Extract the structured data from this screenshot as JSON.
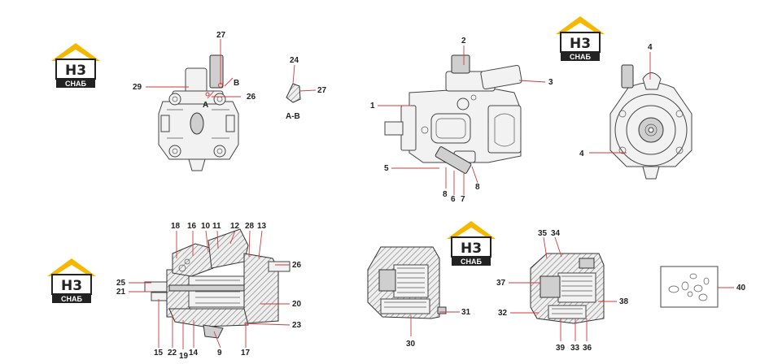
{
  "logo": {
    "letters": "H3",
    "caption": "СНАБ",
    "colors": {
      "roof": "#f5b800",
      "box": "#222222",
      "caption_bg": "#222222"
    }
  },
  "colors": {
    "leader_line": "#d23a3a",
    "outline": "#444444"
  },
  "view_titles": {
    "section_ab": "A-B"
  },
  "markers": {
    "a": "A",
    "b": "B"
  },
  "callouts": [
    "27",
    "29",
    "26",
    "24",
    "27",
    "2",
    "3",
    "1",
    "5",
    "8",
    "6",
    "7",
    "8",
    "4",
    "4",
    "18",
    "16",
    "10",
    "11",
    "12",
    "28",
    "13",
    "26",
    "25",
    "21",
    "20",
    "23",
    "15",
    "22",
    "19",
    "14",
    "9",
    "17",
    "31",
    "30",
    "35",
    "34",
    "37",
    "32",
    "38",
    "39",
    "33",
    "36",
    "40"
  ]
}
